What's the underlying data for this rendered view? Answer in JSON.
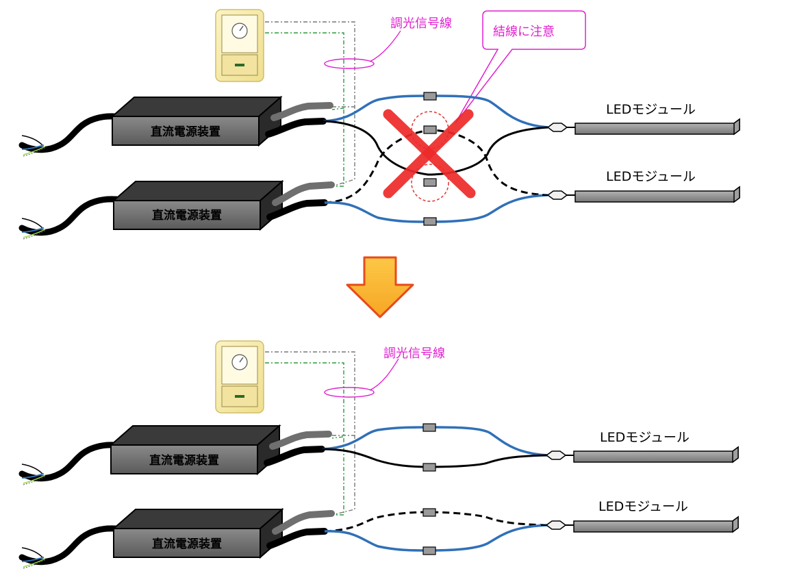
{
  "labels": {
    "psu": "直流電源装置",
    "led_module": "LEDモジュール",
    "dimming_signal_line": "調光信号線",
    "wiring_caution": "結線に注意"
  },
  "colors": {
    "blue_wire": "#3070b8",
    "black_wire": "#000000",
    "gray_cable": "#6f6f6f",
    "signal_label": "#e020d0",
    "error_cross": "#ee2a2a",
    "arrow_fill": "#f7b32b",
    "arrow_stroke": "#e84a1c",
    "switch_plate": "#f5eaa8"
  },
  "icons": {
    "dimmer_switch": "dimmer-switch-icon",
    "error_mark": "x-mark-icon",
    "down_arrow": "down-arrow-icon"
  }
}
